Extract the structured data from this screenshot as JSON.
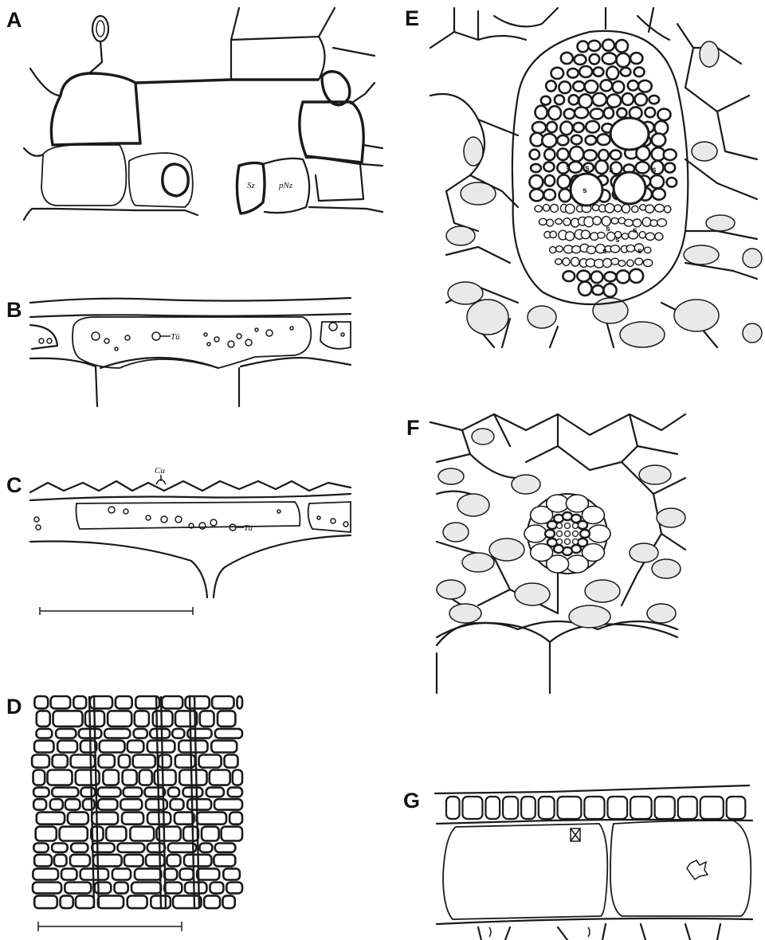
{
  "panels": [
    {
      "id": "A",
      "label": "A",
      "annotations": [
        "Sz",
        "pNz"
      ]
    },
    {
      "id": "B",
      "label": "B",
      "annotations": [
        "Tü"
      ]
    },
    {
      "id": "C",
      "label": "C",
      "annotations": [
        "Cu",
        "Tu"
      ]
    },
    {
      "id": "D",
      "label": "D",
      "annotations": []
    },
    {
      "id": "E",
      "label": "E",
      "annotations": [
        "s"
      ]
    },
    {
      "id": "F",
      "label": "F",
      "annotations": []
    },
    {
      "id": "G",
      "label": "G",
      "annotations": []
    }
  ],
  "scale_bars": [
    "scale-bar-1",
    "scale-bar-2"
  ],
  "colors": {
    "ink": "#1a1a1a",
    "stipple": "#e9e9e9",
    "background": "#ffffff"
  }
}
